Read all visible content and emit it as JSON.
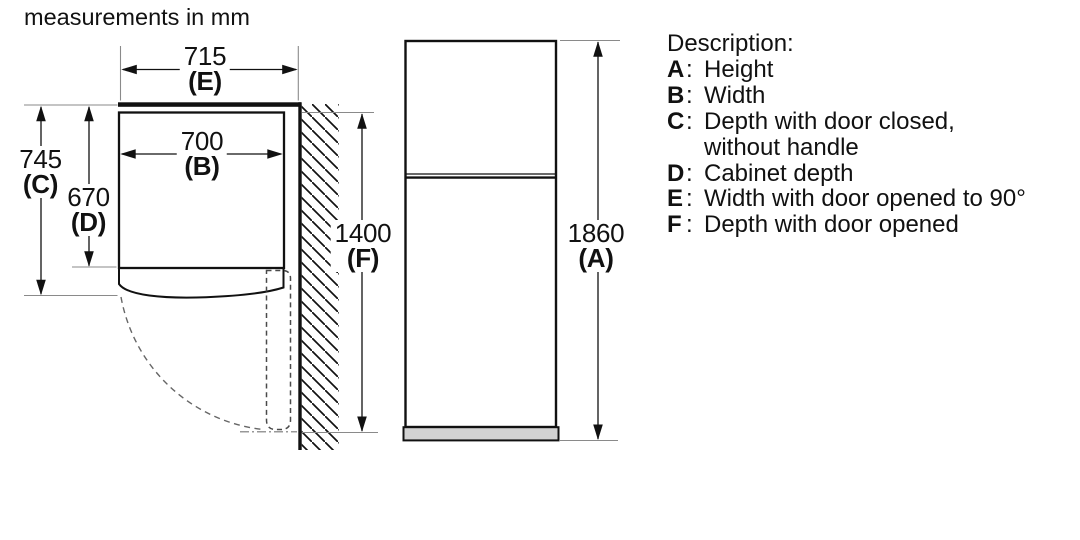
{
  "title": "measurements in mm",
  "top_view": {
    "dims": {
      "E": {
        "value": "715",
        "label": "(E)"
      },
      "B": {
        "value": "700",
        "label": "(B)"
      },
      "C": {
        "value": "745",
        "label": "(C)"
      },
      "D": {
        "value": "670",
        "label": "(D)"
      },
      "F": {
        "value": "1400",
        "label": "(F)"
      }
    }
  },
  "front_view": {
    "dims": {
      "A": {
        "value": "1860",
        "label": "(A)"
      }
    }
  },
  "description": {
    "heading": "Description:",
    "colon": ":",
    "items": [
      {
        "letter": "A",
        "text": "Height"
      },
      {
        "letter": "B",
        "text": "Width"
      },
      {
        "letter": "C",
        "text": "Depth with door closed,\nwithout handle"
      },
      {
        "letter": "D",
        "text": "Cabinet depth"
      },
      {
        "letter": "E",
        "text": "Width with door opened to 90°"
      },
      {
        "letter": "F",
        "text": "Depth with door opened"
      }
    ]
  },
  "colors": {
    "line": "#111111",
    "extension_line": "#8a8a8a",
    "dashed_line": "#555555",
    "base_fill": "#d2d2d2",
    "background": "#ffffff"
  }
}
